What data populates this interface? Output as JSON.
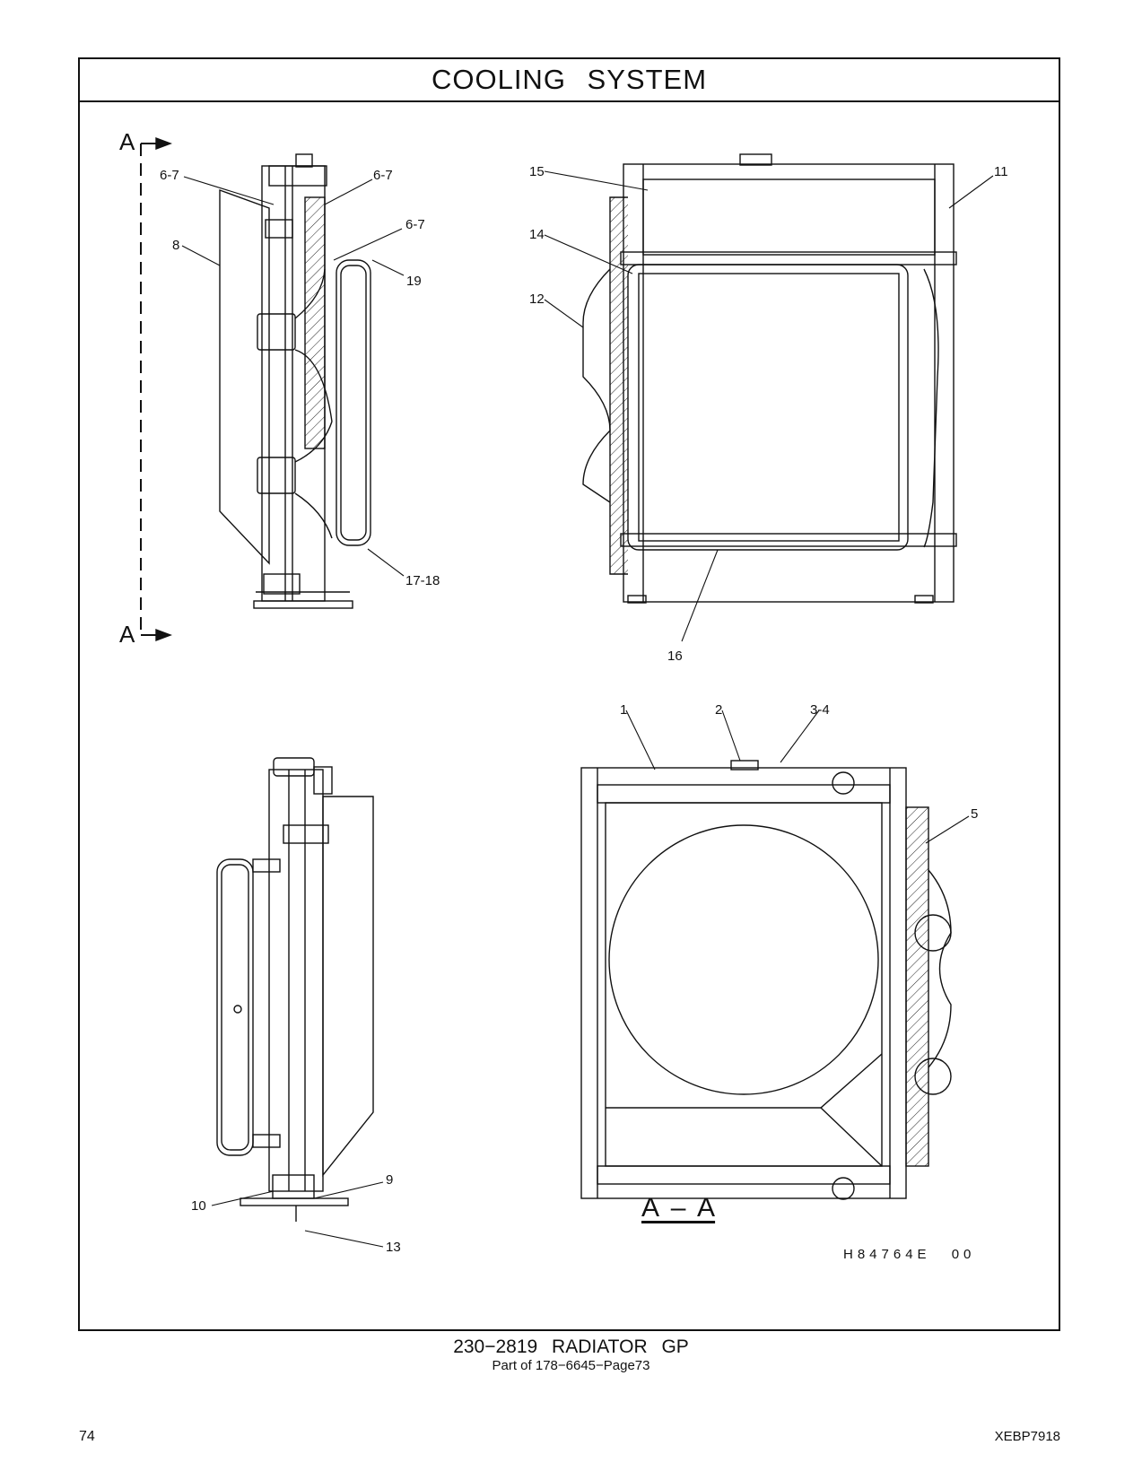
{
  "header": {
    "title": "COOLING   SYSTEM"
  },
  "section_marker": {
    "letter": "A"
  },
  "callouts": {
    "c_6_7_a": "6-7",
    "c_6_7_b": "6-7",
    "c_6_7_c": "6-7",
    "c_8": "8",
    "c_19": "19",
    "c_17_18": "17-18",
    "c_15": "15",
    "c_14": "14",
    "c_12": "12",
    "c_11": "11",
    "c_16": "16",
    "c_1": "1",
    "c_2": "2",
    "c_3_4": "3-4",
    "c_5": "5",
    "c_9": "9",
    "c_10": "10",
    "c_13": "13"
  },
  "section_view_label": "A – A",
  "illustration_ref": "H84764E   00",
  "caption": {
    "main": "230−2819   RADIATOR   GP",
    "sub": "Part of 178−6645−Page73"
  },
  "footer": {
    "page_number": "74",
    "doc_code": "XEBP7918"
  }
}
